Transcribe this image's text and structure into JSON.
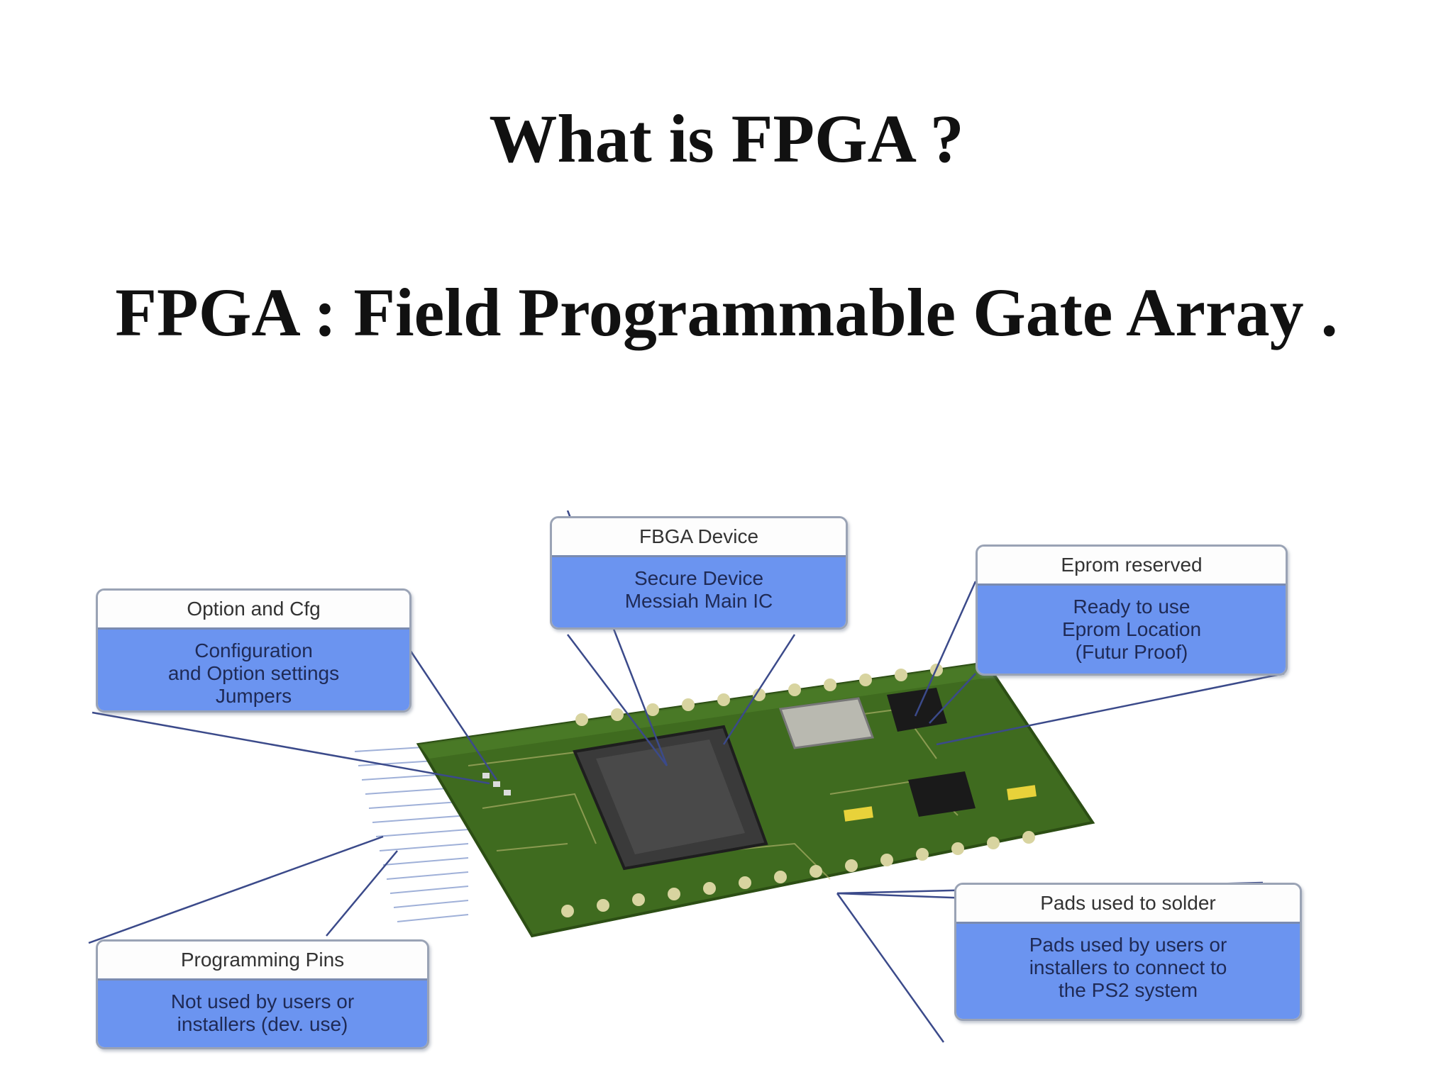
{
  "slide": {
    "title": "What is FPGA ?",
    "subtitle": "FPGA : Field Programmable Gate Array ."
  },
  "diagram": {
    "callouts": {
      "option_cfg": {
        "heading": "Option and Cfg",
        "lines": [
          "Configuration",
          "and Option settings",
          "Jumpers"
        ]
      },
      "fbga_device": {
        "heading": "FBGA Device",
        "lines": [
          "Secure Device",
          "Messiah Main IC"
        ]
      },
      "eprom_reserved": {
        "heading": "Eprom reserved",
        "lines": [
          "Ready to use",
          "Eprom Location",
          "(Futur Proof)"
        ]
      },
      "programming_pins": {
        "heading": "Programming Pins",
        "lines": [
          "Not used by users or",
          "installers (dev. use)"
        ]
      },
      "pads_solder": {
        "heading": "Pads used to solder",
        "lines": [
          "Pads used by users or",
          "installers to connect to",
          "the PS2 system"
        ]
      }
    },
    "colors": {
      "pcb": "#3f6b1f",
      "pcb_dark": "#2c4e14",
      "chip": "#3a3a3a",
      "callout_body": "#6b94f0",
      "leader_line": "#3b4a8a"
    }
  }
}
